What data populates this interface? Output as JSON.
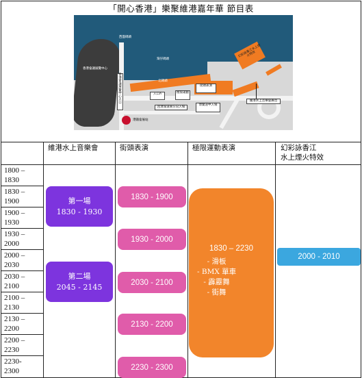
{
  "title": "「開心香港」樂聚維港嘉年華 節目表",
  "map": {
    "labels": {
      "west_pier": "西面碼頭",
      "convention": "香港會議展覽中心",
      "arena_west": "香港會議展覽中心入口",
      "harbour_road": "灣仔碼頭",
      "north_road": "北碼頭",
      "street_perf": "街頭表演",
      "extreme": "極限運動",
      "band": "維港水上舞台",
      "fire_area": "幻彩詠香江水上煙火特效",
      "entrance_a": "入口A",
      "entrance_b": "入口B",
      "floating": "維港水上音樂會舞台",
      "gate1": "回港灣道東方向入場",
      "gate2": "博覽道中入場",
      "mtr": "港鐵會展站"
    }
  },
  "columns": {
    "c1": "維港水上音樂會",
    "c2": "街頭表演",
    "c3": "極限運動表演",
    "c4_line1": "幻彩詠香江",
    "c4_line2": "水上煙火特效"
  },
  "times": [
    [
      "1800 –",
      "1830"
    ],
    [
      "1830 –",
      "1900"
    ],
    [
      "1900 –",
      "1930"
    ],
    [
      "1930 –",
      "2000"
    ],
    [
      "2000 –",
      "2030"
    ],
    [
      "2030 –",
      "2100"
    ],
    [
      "2100 –",
      "2130"
    ],
    [
      "2130 –",
      "2200"
    ],
    [
      "2200 –",
      "2230"
    ],
    [
      "2230-",
      "2300"
    ]
  ],
  "concert": [
    {
      "name": "第一場",
      "time": "1830 - 1930"
    },
    {
      "name": "第二場",
      "time": "2045 - 2145"
    }
  ],
  "street": [
    "1830 - 1900",
    "1930 - 2000",
    "2030 - 2100",
    "2130 - 2200",
    "2230 - 2300"
  ],
  "extreme": {
    "time": "1830 – 2230",
    "items": [
      "-   滑板",
      "-   BMX  單車",
      "-   霹靂舞",
      "-   街舞"
    ]
  },
  "fireworks": "2000 - 2010",
  "colors": {
    "concert": "#7d34de",
    "street": "#e05caa",
    "extreme": "#f2852b",
    "fireworks": "#3ba7df",
    "water": "#215a7a"
  }
}
